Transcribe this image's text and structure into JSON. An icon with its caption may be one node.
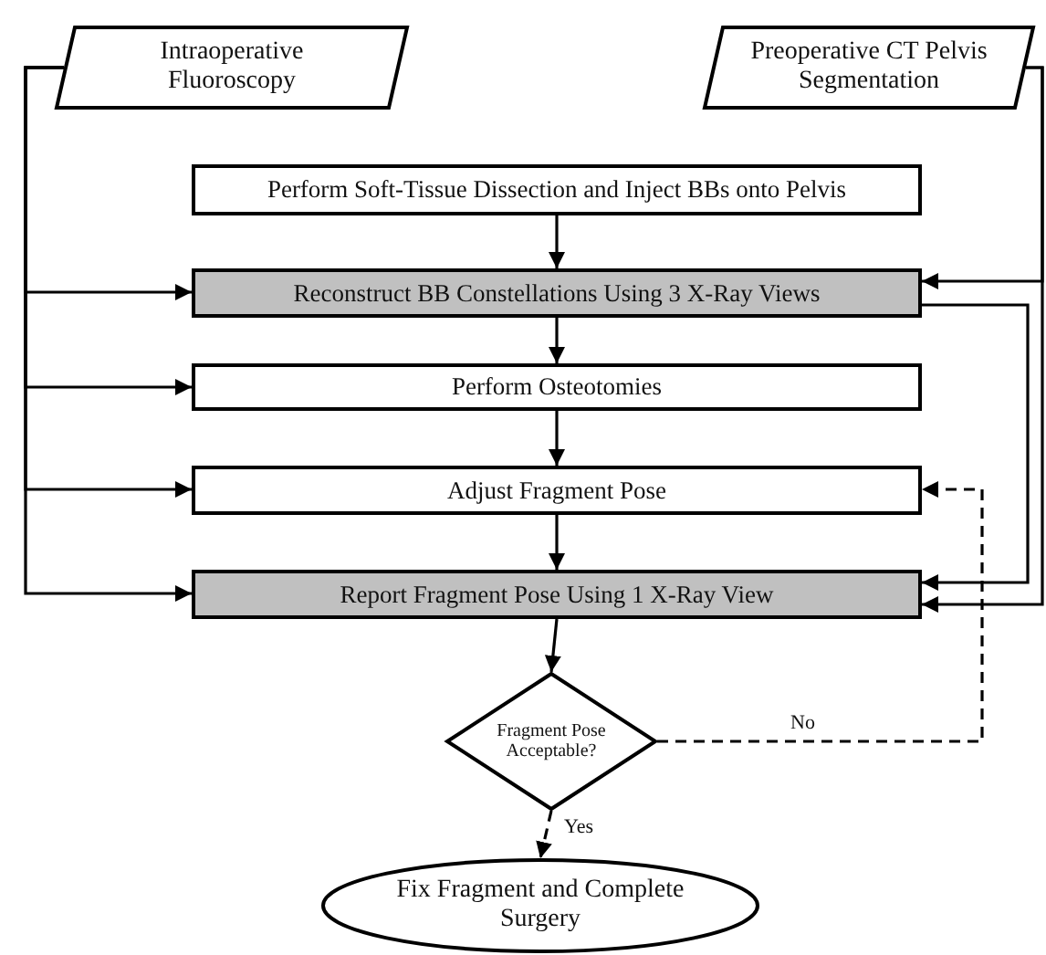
{
  "diagram": {
    "nodes": [
      {
        "text": [
          "Intraoperative Fluoroscopy"
        ]
      },
      {
        "text": [
          "Preoperative CT Pelvis Segmentation"
        ]
      },
      {
        "text": [
          "Perform Soft-Tissue Dissection and Inject BBs onto Pelvis"
        ]
      },
      {
        "text": [
          "Reconstruct BB Constellations Using 3 X-Ray Views"
        ]
      },
      {
        "text": [
          "Perform Osteotomies"
        ]
      },
      {
        "text": [
          "Adjust Fragment Pose"
        ]
      },
      {
        "text": [
          "Report Fragment Pose Using 1 X-Ray View"
        ]
      },
      {
        "text": [
          "Fragment Pose Acceptable?"
        ]
      },
      {
        "text": [
          "Fix Fragment and Complete Surgery"
        ]
      }
    ],
    "edges": [
      {
        "from": 0,
        "to": 3,
        "arrow": "to"
      },
      {
        "from": 0,
        "to": 4,
        "arrow": "to"
      },
      {
        "from": 0,
        "to": 5,
        "arrow": "to"
      },
      {
        "from": 0,
        "to": 6,
        "arrow": "to"
      },
      {
        "from": 1,
        "to": 3,
        "arrow": "to"
      },
      {
        "from": 1,
        "to": 6,
        "arrow": "to"
      },
      {
        "from": 2,
        "to": 3,
        "arrow": "to"
      },
      {
        "from": 3,
        "to": 4,
        "arrow": "to"
      },
      {
        "from": 4,
        "to": 5,
        "arrow": "to"
      },
      {
        "from": 5,
        "to": 6,
        "arrow": "to"
      },
      {
        "from": 3,
        "to": 6,
        "arrow": "to"
      },
      {
        "from": 6,
        "to": 7,
        "arrow": "to"
      },
      {
        "from": 7,
        "to": 5,
        "arrow": "to",
        "style": "dashed",
        "label": "No"
      },
      {
        "from": 7,
        "to": 8,
        "arrow": "to",
        "style": "dashed",
        "label": "Yes"
      }
    ]
  }
}
